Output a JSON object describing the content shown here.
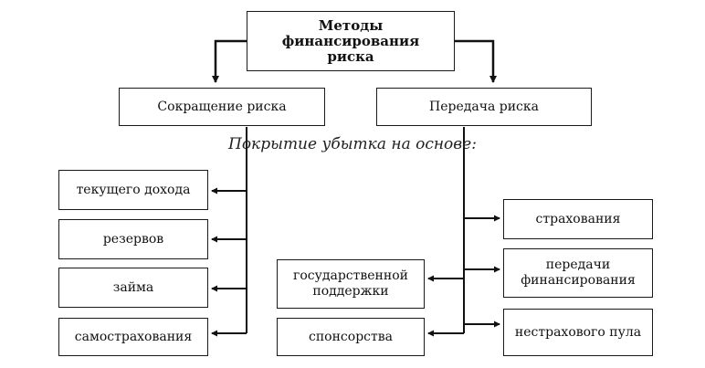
{
  "root": {
    "label": "Методы финансирования риска"
  },
  "branches": {
    "reduction": "Сокращение риска",
    "transfer": "Передача риска"
  },
  "subheading": "Покрытие убытка на основе:",
  "left_items": [
    "текущего дохода",
    "резервов",
    "займа",
    "самострахования"
  ],
  "middle_items": [
    "государственной поддержки",
    "спонсорства"
  ],
  "right_items": [
    "страхования",
    "передачи финансирования",
    "нестрахового пула"
  ]
}
